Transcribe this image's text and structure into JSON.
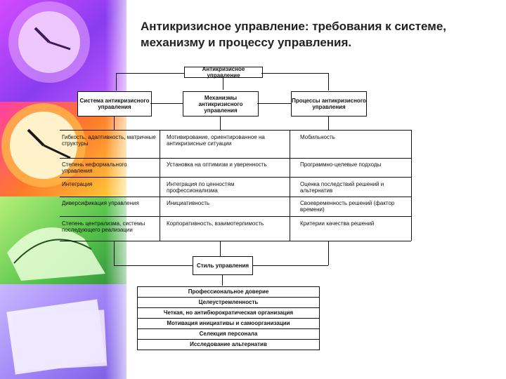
{
  "title": "Антикризисное управление: требования к системе, механизму и процессу управления.",
  "top_box": "Антикризисное управление",
  "columns": [
    {
      "header": "Система антикризисного управления",
      "rows": [
        "Гибкость, адаптивность, матричные структуры",
        "Степень неформального управления",
        "Интеграция",
        "Диверсификация управления",
        "Степень централизма, системы последующего реализации"
      ]
    },
    {
      "header": "Механизмы антикризисного управления",
      "rows": [
        "Мотивирование, ориентированное на антикризисные ситуации",
        "Установка на оптимизм и уверенность",
        "Интеграция по ценностям профессионализма",
        "Инициативность",
        "Корпоративность, взаимотерпимость"
      ]
    },
    {
      "header": "Процессы антикризисного управления",
      "rows": [
        "Мобильность",
        "Программно-целевые подходы",
        "Оценка последствий решений и альтернатив",
        "Своевременность решений (фактор времени)",
        "Критерии качества решений"
      ]
    }
  ],
  "style_box": "Стиль управления",
  "style_items": [
    "Профессиональное доверие",
    "Целеустремленность",
    "Четкая, но антибюрократическая организация",
    "Мотивация инициативы и самоорганизации",
    "Селекция персонала",
    "Исследование альтернатив"
  ]
}
